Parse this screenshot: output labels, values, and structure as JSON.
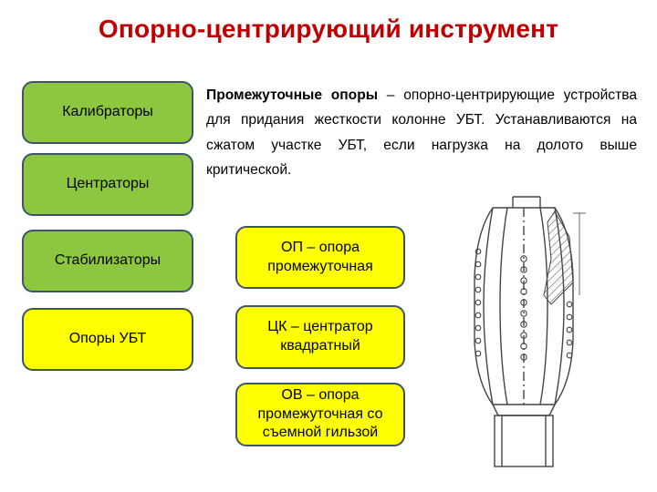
{
  "title": "Опорно-центрирующий инструмент",
  "categories": [
    {
      "label": "Калибраторы",
      "color": "#8dc63f"
    },
    {
      "label": "Центраторы",
      "color": "#8dc63f"
    },
    {
      "label": "Стабилизаторы",
      "color": "#8dc63f"
    },
    {
      "label": "Опоры УБТ",
      "color": "#ffff00"
    }
  ],
  "types": [
    {
      "label": "ОП – опора промежуточная"
    },
    {
      "label": "ЦК – центратор квадратный"
    },
    {
      "label": "ОВ – опора промежуточная со съемной гильзой"
    }
  ],
  "description": {
    "term": "Промежуточные опоры",
    "text": " – опорно-центрирующие устройства для придания жесткости колонне УБТ. Устанавливаются на сжатом участке УБТ, если нагрузка на долото выше критической."
  },
  "colors": {
    "title": "#c00000",
    "green": "#8dc63f",
    "yellow": "#ffff00",
    "border": "#3f5468"
  }
}
